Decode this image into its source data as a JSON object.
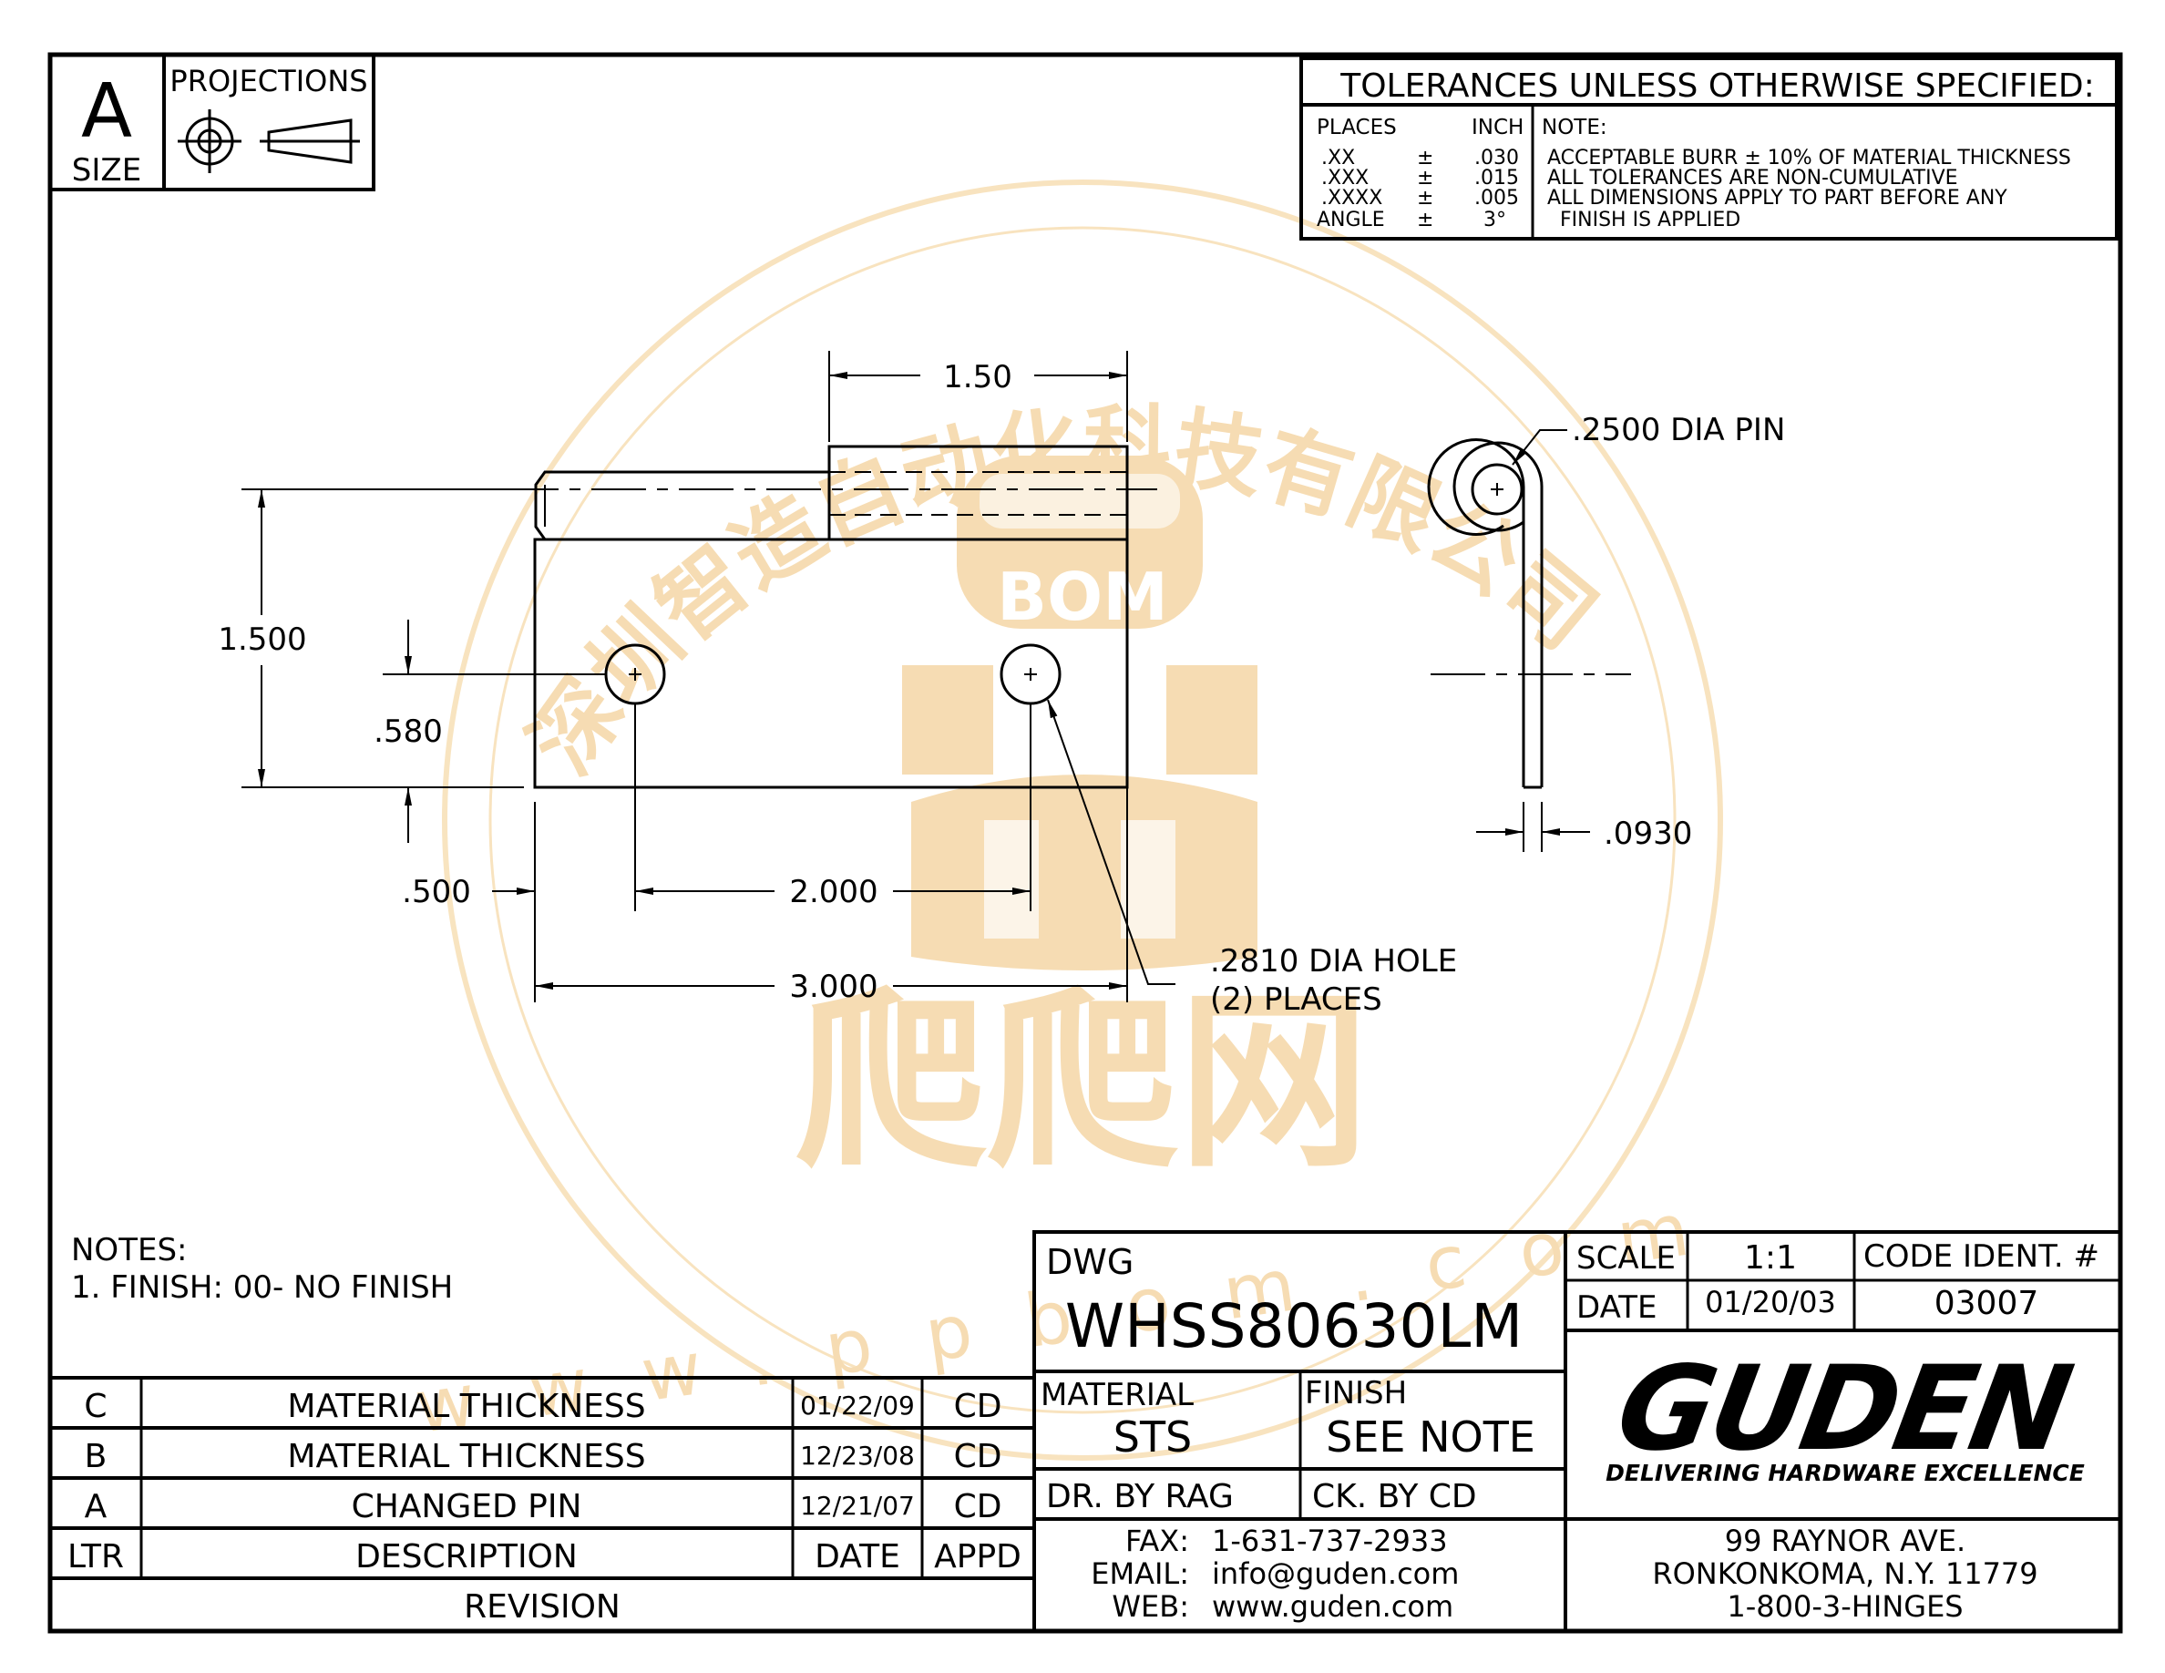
{
  "sheet": {
    "size_letter": "A",
    "size_label": "SIZE",
    "projections_label": "PROJECTIONS"
  },
  "tolerances": {
    "title": "TOLERANCES UNLESS OTHERWISE SPECIFIED:",
    "places_header": "PLACES",
    "inch_header": "INCH",
    "note_header": "NOTE:",
    "rows": [
      {
        "place": ".XX",
        "pm": "±",
        "value": ".030"
      },
      {
        "place": ".XXX",
        "pm": "±",
        "value": ".015"
      },
      {
        "place": ".XXXX",
        "pm": "±",
        "value": ".005"
      },
      {
        "place": "ANGLE",
        "pm": "±",
        "value": "3°"
      }
    ],
    "notes": [
      "ACCEPTABLE BURR ± 10% OF MATERIAL THICKNESS",
      "ALL TOLERANCES ARE NON-CUMULATIVE",
      "ALL DIMENSIONS APPLY TO PART BEFORE ANY",
      "FINISH IS APPLIED"
    ]
  },
  "dimensions": {
    "top_width": "1.50",
    "height": "1.500",
    "hole_height": ".580",
    "hole_offset": ".500",
    "hole_spacing": "2.000",
    "overall_width": "3.000",
    "hole_callout_1": ".2810 DIA HOLE",
    "hole_callout_2": "(2) PLACES",
    "pin_callout": ".2500 DIA PIN",
    "thickness": ".0930"
  },
  "drawing_notes": {
    "title": "NOTES:",
    "line1": "1. FINISH: 00- NO FINISH"
  },
  "revisions": {
    "rows": [
      {
        "ltr": "C",
        "description": "MATERIAL THICKNESS",
        "date": "01/22/09",
        "appd": "CD"
      },
      {
        "ltr": "B",
        "description": "MATERIAL THICKNESS",
        "date": "12/23/08",
        "appd": "CD"
      },
      {
        "ltr": "A",
        "description": "CHANGED PIN",
        "date": "12/21/07",
        "appd": "CD"
      }
    ],
    "header": {
      "ltr": "LTR",
      "description": "DESCRIPTION",
      "date": "DATE",
      "appd": "APPD"
    },
    "footer": "REVISION"
  },
  "title_block": {
    "dwg_label": "DWG",
    "dwg_number": "WHSS80630LM",
    "scale_label": "SCALE",
    "scale_value": "1:1",
    "code_label": "CODE IDENT. #",
    "date_label": "DATE",
    "date_value": "01/20/03",
    "code_value": "03007",
    "material_label": "MATERIAL",
    "material_value": "STS",
    "finish_label": "FINISH",
    "finish_value": "SEE NOTE",
    "drawn_by": "DR. BY RAG",
    "checked_by": "CK. BY CD",
    "company_logo": "GUDEN",
    "tagline": "DELIVERING HARDWARE EXCELLENCE",
    "fax_label": "FAX:",
    "fax": "1-631-737-2933",
    "email_label": "EMAIL:",
    "email": "info@guden.com",
    "web_label": "WEB:",
    "web": "www.guden.com",
    "address1": "99 RAYNOR AVE.",
    "address2": "RONKONKOMA, N.Y. 11779",
    "phone": "1-800-3-HINGES"
  },
  "watermark": {
    "arc_text": "深圳智造自动化科技有限公司",
    "center_text": "BOM",
    "bottom_text": "爬爬网",
    "url_text": "www.ppbom.com"
  }
}
